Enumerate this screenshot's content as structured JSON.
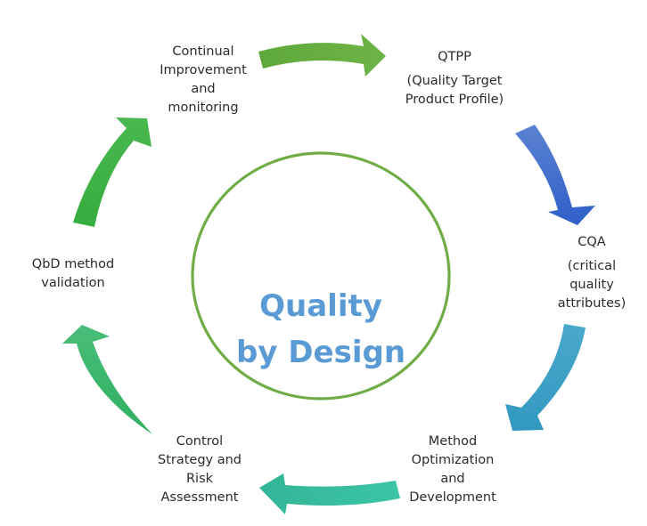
{
  "center": {
    "title_line1": "Quality",
    "title_line2": "by Design",
    "title_color": "#5b9bd5",
    "ring_color": "#70ad47"
  },
  "steps": [
    {
      "id": "qtpp",
      "line1": "QTPP",
      "line2": "(Quality Target",
      "line3": "Product Profile)"
    },
    {
      "id": "cqa",
      "line1": "CQA",
      "line2": "(critical",
      "line3": "quality",
      "line4": "attributes)"
    },
    {
      "id": "method-optimization",
      "line1": "Method",
      "line2": "Optimization",
      "line3": "and",
      "line4": "Development"
    },
    {
      "id": "control-strategy",
      "line1": "Control",
      "line2": "Strategy and",
      "line3": "Risk",
      "line4": "Assessment"
    },
    {
      "id": "qbd-validation",
      "line1": "QbD method",
      "line2": "validation"
    },
    {
      "id": "continual-improvement",
      "line1": "Continual",
      "line2": "Improvement",
      "line3": "and",
      "line4": "monitoring"
    }
  ],
  "arrows": [
    {
      "name": "arrow-to-qtpp",
      "color_start": "#5fa83a",
      "color_end": "#6db446"
    },
    {
      "name": "arrow-to-cqa",
      "color_start": "#5b82d2",
      "color_end": "#2f5fc8"
    },
    {
      "name": "arrow-to-method-optimization",
      "color_start": "#4aa9cc",
      "color_end": "#3298c0"
    },
    {
      "name": "arrow-to-control-strategy",
      "color_start": "#3cc4a6",
      "color_end": "#33b597"
    },
    {
      "name": "arrow-to-qbd-validation",
      "color_start": "#49bd7a",
      "color_end": "#2fb060"
    },
    {
      "name": "arrow-to-continual-improvement",
      "color_start": "#49b84f",
      "color_end": "#36ad3e"
    }
  ]
}
